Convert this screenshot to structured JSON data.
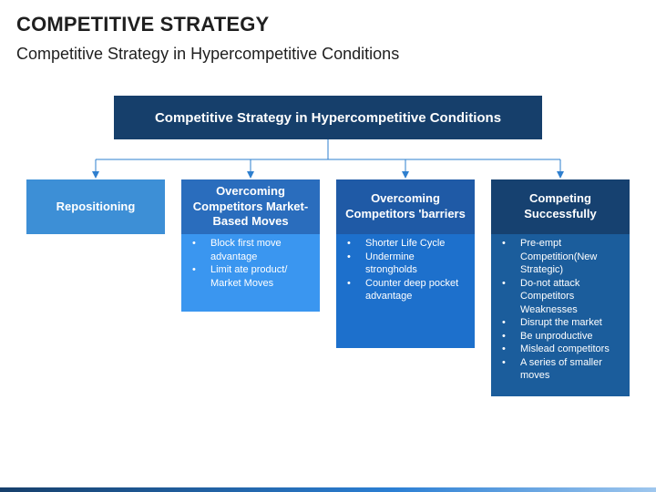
{
  "header": {
    "title": "COMPETITIVE STRATEGY",
    "subtitle": "Competitive Strategy in Hypercompetitive Conditions"
  },
  "root": {
    "label": "Competitive Strategy in Hypercompetitive Conditions"
  },
  "columns": [
    {
      "head": "Repositioning",
      "items": []
    },
    {
      "head": "Overcoming Competitors Market-Based Moves",
      "items": [
        "Block first move advantage",
        "Limit ate product/ Market Moves"
      ]
    },
    {
      "head": "Overcoming Competitors 'barriers",
      "items": [
        "Shorter Life Cycle",
        "Undermine strongholds",
        "Counter deep pocket advantage"
      ]
    },
    {
      "head": "Competing Successfully",
      "items": [
        "Pre-empt Competition(New Strategic)",
        "Do-not attack Competitors Weaknesses",
        "Disrupt the market",
        "Be unproductive",
        "Mislead competitors",
        "A series of smaller moves"
      ]
    }
  ],
  "colors": {
    "root": "#163f6b",
    "connector": "#2e7fcf"
  }
}
